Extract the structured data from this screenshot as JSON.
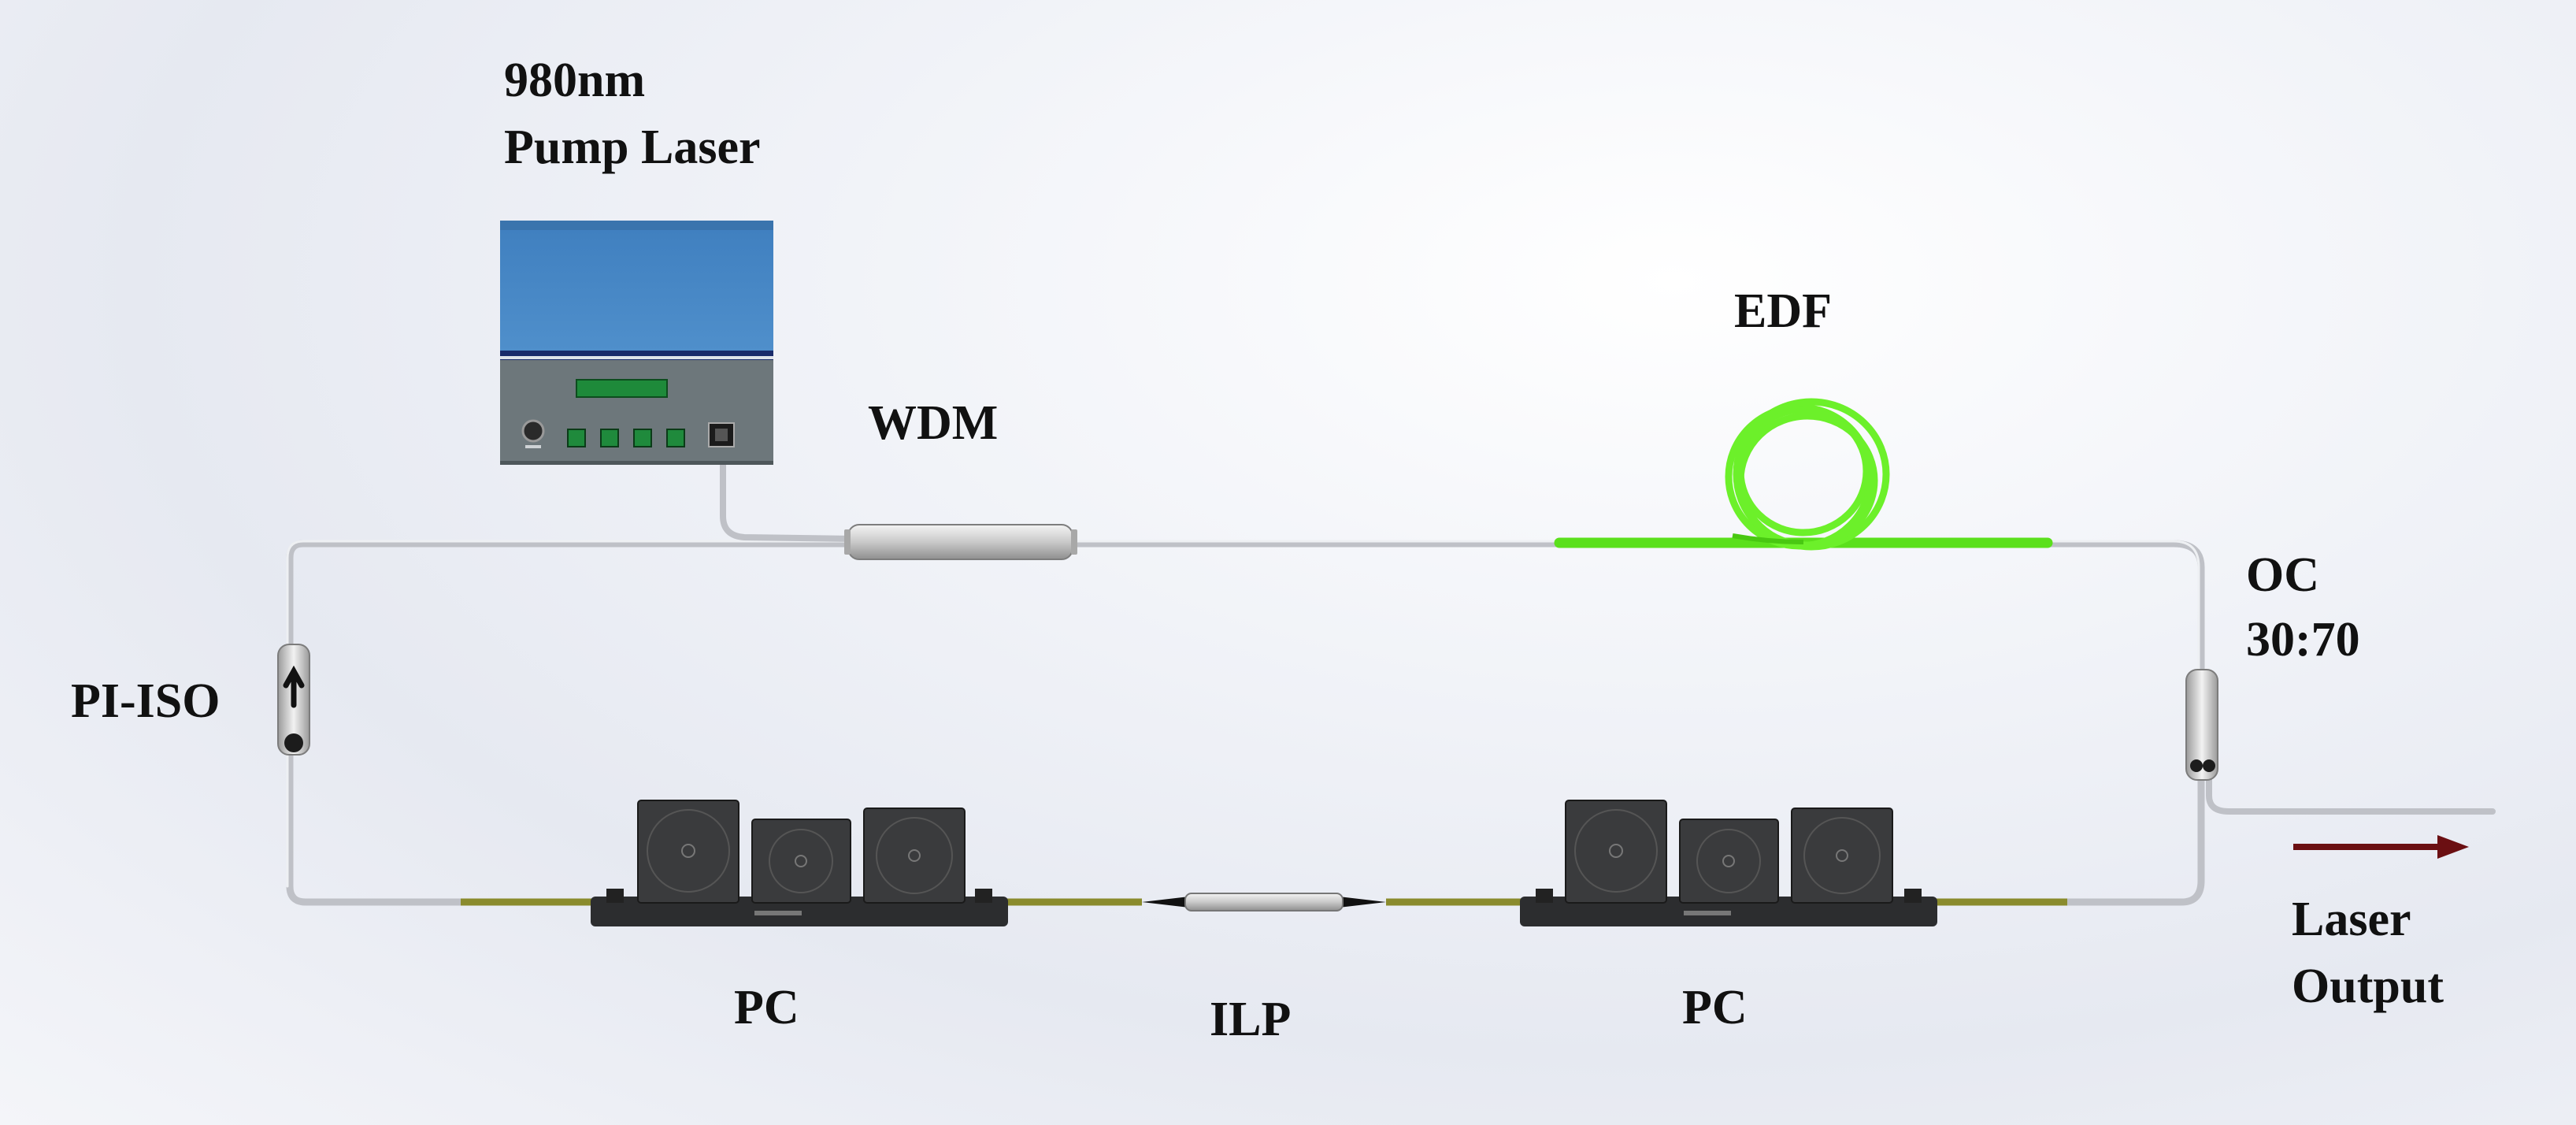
{
  "labels": {
    "pump_line1": "980nm",
    "pump_line2": "Pump Laser",
    "wdm": "WDM",
    "edf": "EDF",
    "oc_line1": "OC",
    "oc_line2": "30:70",
    "pi_iso": "PI-ISO",
    "pc_left": "PC",
    "ilp": "ILP",
    "pc_right": "PC",
    "out_line1": "Laser",
    "out_line2": "Output"
  },
  "colors": {
    "fiber": "#c4c6cc",
    "edf_fiber": "#66ee22",
    "pump_box": "#4a87c2",
    "panel": "#6a7478",
    "arrow": "#6b0f12",
    "pc_paddle": "#2e2f31",
    "jacket": "#8b8c2e"
  }
}
